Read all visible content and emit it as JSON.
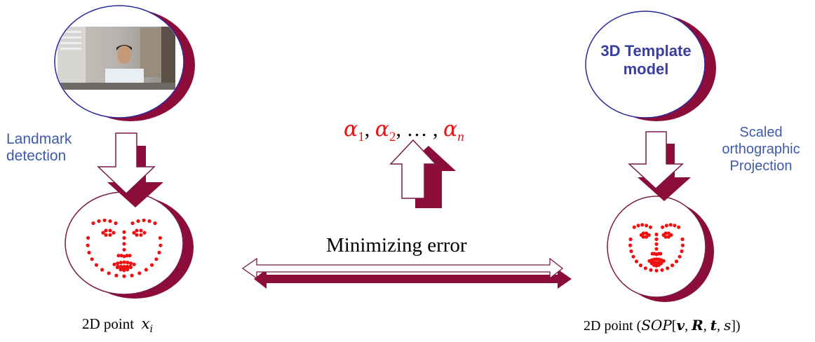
{
  "left_step_label": "Landmark\ndetection",
  "right_step_label": "Scaled\northographic\nProjection",
  "template_model": "3D Template\nmodel",
  "params": {
    "a1": "α",
    "s1": "1",
    "a2": "α",
    "s2": "2",
    "dots": "…",
    "an": "α",
    "sn": "n"
  },
  "center_label": "Minimizing error",
  "left_caption": {
    "text": "2D point",
    "var": "x",
    "sub": "i"
  },
  "right_caption": {
    "text": "2D point",
    "open": "(",
    "sop": "SOP",
    "lb": "[",
    "v": "v",
    "R": "R",
    "t": "t",
    "s": "s",
    "rb": "])"
  },
  "colors": {
    "maroon": "#8c0c3a",
    "outline": "#7a1a4a",
    "label_blue": "#3e5aa8",
    "template_blue": "#3a3f9a",
    "landmark_red": "#ee1111"
  }
}
